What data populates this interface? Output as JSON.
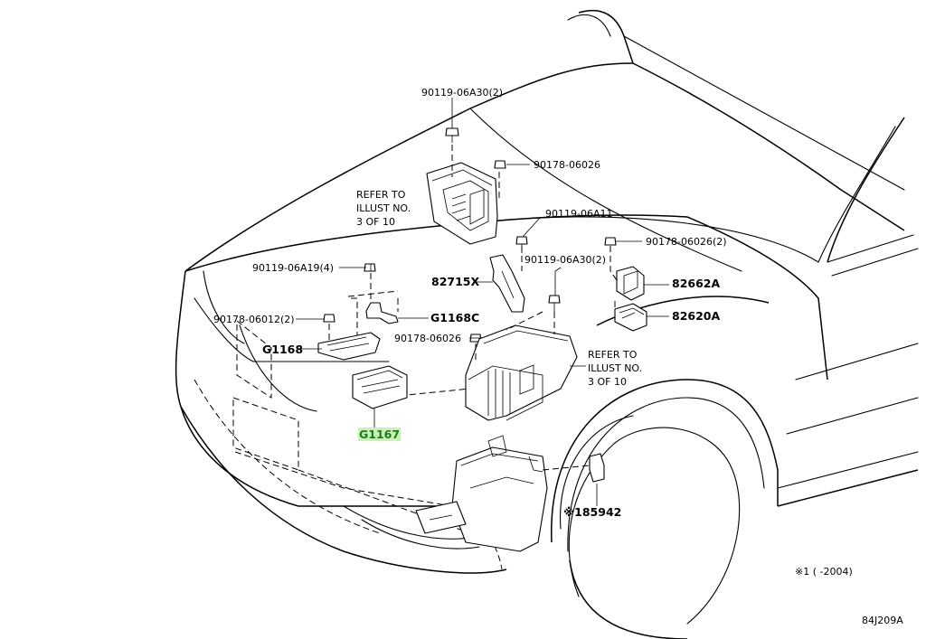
{
  "labels": {
    "bolt_top": "90119-06A30(2)",
    "nut_center": "90178-06026",
    "refer_left": "REFER TO\nILLUST NO.\n3 OF 10",
    "bolt_a11": "90119-06A11",
    "nut_right": "90178-06026(2)",
    "bolt_a19": "90119-06A19(4)",
    "bolt_a30_mid": "90119-06A30(2)",
    "part_82715x": "82715X",
    "part_82662a": "82662A",
    "nut_left": "90178-06012(2)",
    "part_g1168c": "G1168C",
    "part_82620a": "82620A",
    "part_g1168": "G1168",
    "nut_box": "90178-06026",
    "refer_right": "REFER TO\nILLUST NO.\n3 OF 10",
    "part_g1167": "G1167",
    "part_85942": "※185942",
    "footnote": "※1 (     -2004)",
    "diagram_code": "84J209A"
  }
}
